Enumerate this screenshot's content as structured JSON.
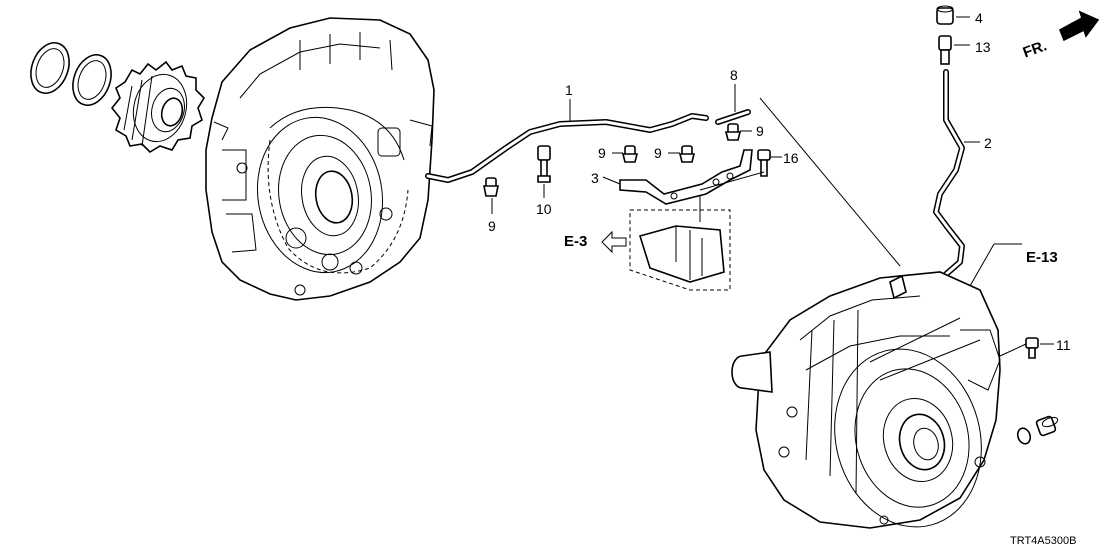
{
  "diagram": {
    "title": "Transmission housing exploded parts diagram",
    "part_numbers": {
      "p1": "1",
      "p2": "2",
      "p3": "3",
      "p4": "4",
      "p8": "8",
      "p9a": "9",
      "p9b": "9",
      "p9c": "9",
      "p9d": "9",
      "p10": "10",
      "p11": "11",
      "p13": "13",
      "p16": "16"
    },
    "references": {
      "left": "E-3",
      "right": "E-13"
    },
    "direction": "FR.",
    "diagram_code": "TRT4A5300B"
  }
}
